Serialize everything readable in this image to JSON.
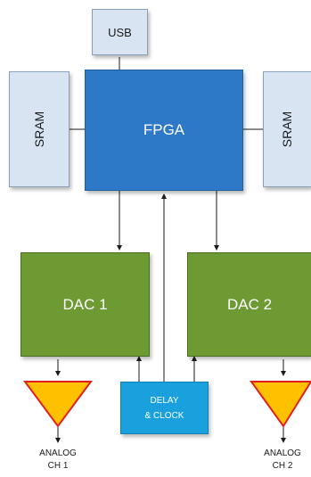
{
  "colors": {
    "light_block": "#d8e4f2",
    "fpga": "#2e79c7",
    "dac": "#6e9a34",
    "delay_clock": "#1aa0dd",
    "amp_fill": "#ffc000",
    "amp_border": "#e02020",
    "line": "#1a1a1a"
  },
  "blocks": {
    "usb": "USB",
    "sram_left": "SRAM",
    "sram_right": "SRAM",
    "fpga": "FPGA",
    "dac1": "DAC 1",
    "dac2": "DAC 2",
    "delay_clock": "DELAY\n& CLOCK"
  },
  "outputs": {
    "ch1": "ANALOG\nCH 1",
    "ch2": "ANALOG\nCH 2"
  },
  "icons": [
    "amplifier-icon",
    "arrow-icon"
  ]
}
